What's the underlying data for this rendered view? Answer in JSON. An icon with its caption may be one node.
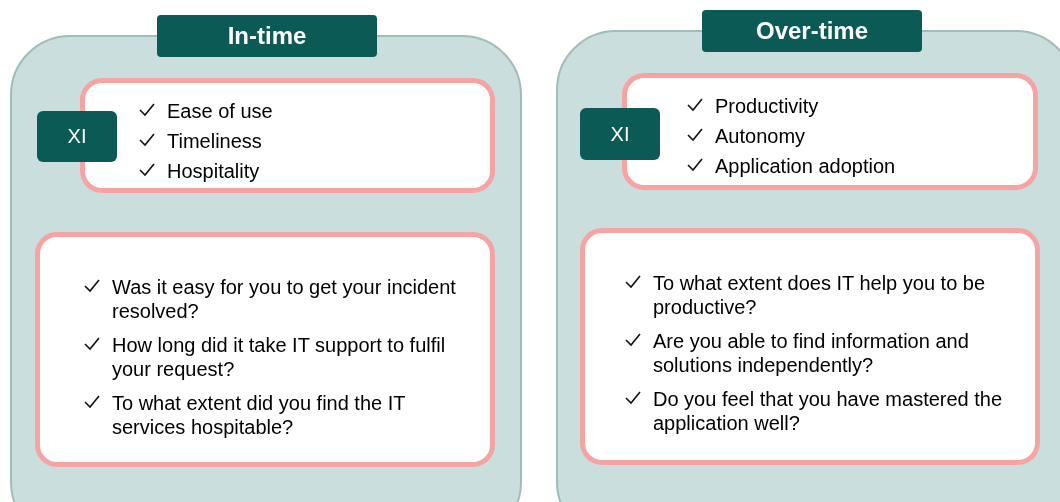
{
  "diagram": {
    "nodes": [
      {
        "text": [
          "In-time"
        ]
      },
      {
        "text": [
          "Ease of use",
          "Timeliness",
          "Hospitality"
        ],
        "in": 0
      },
      {
        "text": [
          "XI"
        ],
        "in": 0
      },
      {
        "text": [
          "Was it easy for you to get your incident resolved?",
          "How long did it take IT support to fulfil your request?",
          "To what extent did you find the IT services hospitable?"
        ],
        "in": 0
      },
      {
        "text": [
          "Over-time"
        ]
      },
      {
        "text": [
          "Productivity",
          "Autonomy",
          "Application adoption"
        ],
        "in": 4
      },
      {
        "text": [
          "XI"
        ],
        "in": 4
      },
      {
        "text": [
          "To what extent does IT help you to be productive?",
          "Are you able to find information and solutions independently?",
          "Do you feel that you have mastered the application well?"
        ],
        "in": 4
      }
    ],
    "edges": []
  }
}
